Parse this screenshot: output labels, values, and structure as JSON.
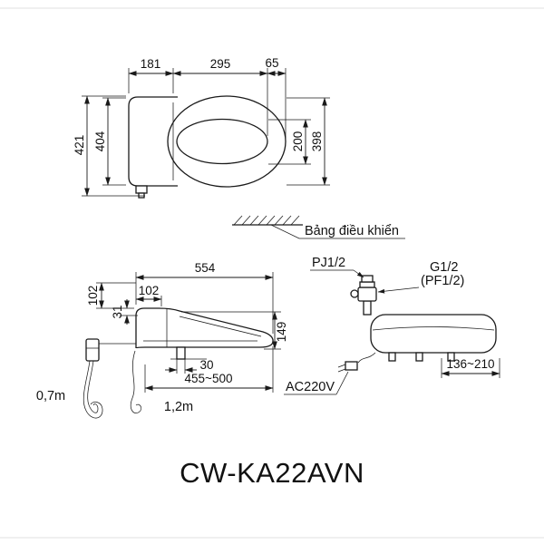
{
  "title": "CW-KA22AVN",
  "colors": {
    "ink": "#1a1a1a",
    "background": "#ffffff"
  },
  "annotations": {
    "control_panel": "Bảng điều khiển",
    "supply_top": "PJ1/2",
    "supply_thread": "G1/2",
    "supply_thread_alt": "(PF1/2)",
    "power": "AC220V",
    "hose_length": "0,7m",
    "cord_length": "1,2m"
  },
  "top_view": {
    "d181": "181",
    "d295": "295",
    "d65": "65",
    "d421": "421",
    "d404": "404",
    "d200": "200",
    "d398": "398"
  },
  "side_view": {
    "d554": "554",
    "d102v": "102",
    "d102h": "102",
    "d31": "31",
    "d149": "149",
    "d30": "30",
    "d455_500": "455~500"
  },
  "front_view": {
    "d136_210": "136~210"
  }
}
